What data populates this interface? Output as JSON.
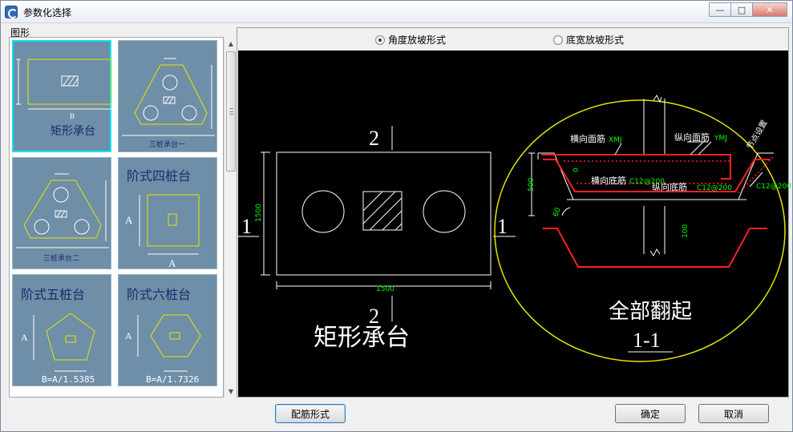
{
  "window": {
    "title": "参数化选择",
    "minimize": "—",
    "maximize": "□",
    "close": "✕"
  },
  "left": {
    "group_label": "图形",
    "thumbnails": [
      {
        "label": "矩形承台",
        "sub": "B",
        "selected": true
      },
      {
        "label": "三桩承台一"
      },
      {
        "label": "三桩承台二"
      },
      {
        "label": "阶式四桩台",
        "dim": "A"
      },
      {
        "label": "阶式五桩台",
        "dim": "A",
        "formula": "B=A/1.5385"
      },
      {
        "label": "阶式六桩台",
        "dim": "A",
        "formula": "B=A/1.7326"
      }
    ]
  },
  "options": {
    "radio1": "角度放坡形式",
    "radio2": "底宽放坡形式",
    "selected": "radio1"
  },
  "drawing": {
    "plan_dim_h": "1500",
    "plan_dim_v": "1500",
    "section_mark_top": "2",
    "section_mark_bottom": "2",
    "section_mark_left": "1",
    "section_mark_right": "1",
    "plan_title": "矩形承台",
    "sect_label_top_h": "横向面筋",
    "sect_code_top_h": "XMJ",
    "sect_label_top_v": "纵向面筋",
    "sect_code_top_v": "YMJ",
    "sect_label_bot_h": "横向底筋",
    "sect_code_bot_h": "C12@200",
    "sect_label_bot_v": "纵向底筋",
    "sect_code_bot_v": "C12@200",
    "sect_code_side": "C12@200",
    "sect_side_label": "节点设置",
    "sect_dim_500": "500",
    "sect_dim_100": "100",
    "sect_dim_0": "0",
    "sect_angle": "60",
    "sect_caption": "全部翻起",
    "sect_name": "1-1"
  },
  "buttons": {
    "rebar": "配筋形式",
    "ok": "确定",
    "cancel": "取消"
  },
  "colors": {
    "thumb_bg": "#6f8ea7",
    "select": "#00e5ff",
    "outline": "#e6e600",
    "rebar": "#ff2020",
    "dim_text": "#00ff00",
    "canvas": "#000000"
  }
}
